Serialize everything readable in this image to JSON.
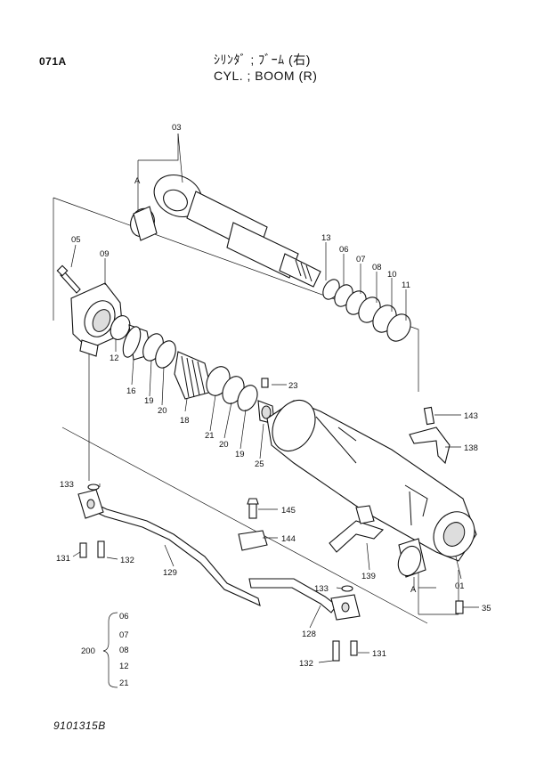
{
  "header": {
    "page_code": "071A",
    "title_jp": "ｼﾘﾝﾀﾞ ; ﾌﾞｰﾑ (右)",
    "title_en": "CYL. ; BOOM (R)"
  },
  "footer": {
    "drawing_no": "9101315B"
  },
  "callouts": {
    "p03": "03",
    "pA_top": "A",
    "pA_bottom": "A",
    "p05": "05",
    "p09": "09",
    "p13": "13",
    "p06a": "06",
    "p07a": "07",
    "p08a": "08",
    "p10": "10",
    "p11": "11",
    "p12a": "12",
    "p16": "16",
    "p19a": "19",
    "p20a": "20",
    "p18": "18",
    "p21a": "21",
    "p20b": "20",
    "p19b": "19",
    "p25": "25",
    "p23": "23",
    "p143": "143",
    "p138": "138",
    "p133a": "133",
    "p145": "145",
    "p144": "144",
    "p131a": "131",
    "p132a": "132",
    "p129": "129",
    "p139": "139",
    "p133b": "133",
    "p01": "01",
    "p35": "35",
    "p128": "128",
    "p132b": "132",
    "p131b": "131"
  },
  "kit": {
    "number": "200",
    "items": [
      "06",
      "07",
      "08",
      "12",
      "21"
    ]
  }
}
